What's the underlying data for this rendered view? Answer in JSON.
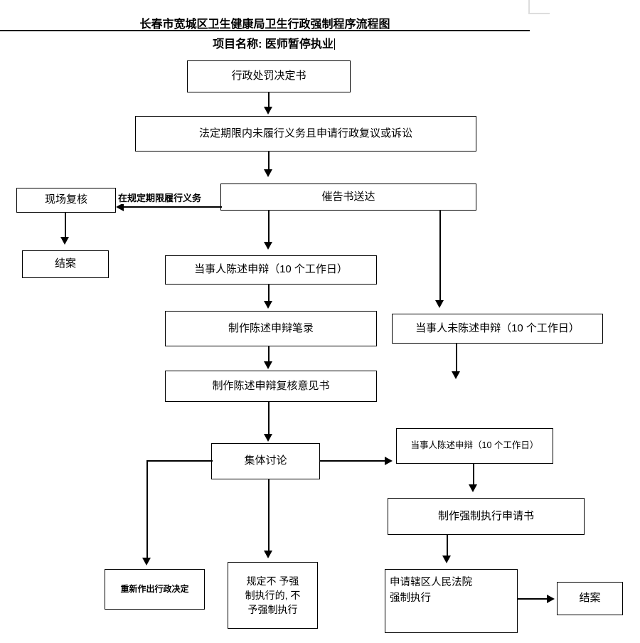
{
  "header": {
    "title": "长春市宽城区卫生健康局卫生行政强制程序流程图",
    "subtitle_label": "项目名称:",
    "subtitle_value": "医师暂停执业"
  },
  "nodes": {
    "n1": "行政处罚决定书",
    "n2": "法定期限内未履行义务且申请行政复议或诉讼",
    "n3": "催告书送达",
    "n4": "现场复核",
    "n5": "结案",
    "n6": "当事人陈述申辩（10 个工作日）",
    "n7": "制作陈述申辩笔录",
    "n8": "制作陈述申辩复核意见书",
    "n9": "当事人未陈述申辩（10 个工作日）",
    "n10": "集体讨论",
    "n11": "当事人陈述申辩（10 个工作日）",
    "n12": "制作强制执行申请书",
    "n13": "重新作出行政决定",
    "n14_l1": "规定不 予强",
    "n14_l2": "制执行的, 不",
    "n14_l3": "予强制执行",
    "n15_l1": "申请辖区人民法院",
    "n15_l2": "强制执行",
    "n16": "结案"
  },
  "edges": {
    "e_perform_within_period": "在规定期限履行义务"
  },
  "colors": {
    "line": "#000000",
    "background": "#ffffff",
    "corner_mark": "#dddddd"
  }
}
